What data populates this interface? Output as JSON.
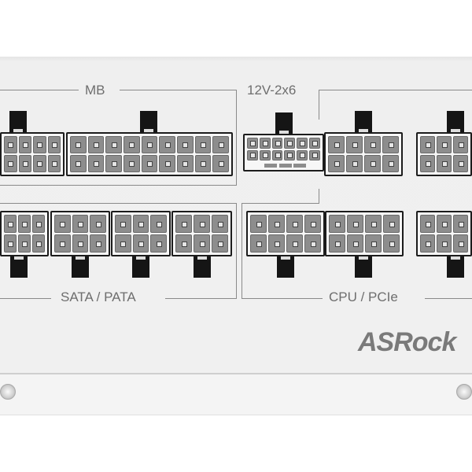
{
  "labels": {
    "mb": "MB",
    "v12": "12V-2x6",
    "sata": "SATA / PATA",
    "cpu": "CPU / PCIe"
  },
  "logo": {
    "text": "ASRock"
  },
  "colors": {
    "panel": "#efefef",
    "pin": "#8d8d8d",
    "latch": "#151515",
    "label": "#6e6e6e"
  }
}
